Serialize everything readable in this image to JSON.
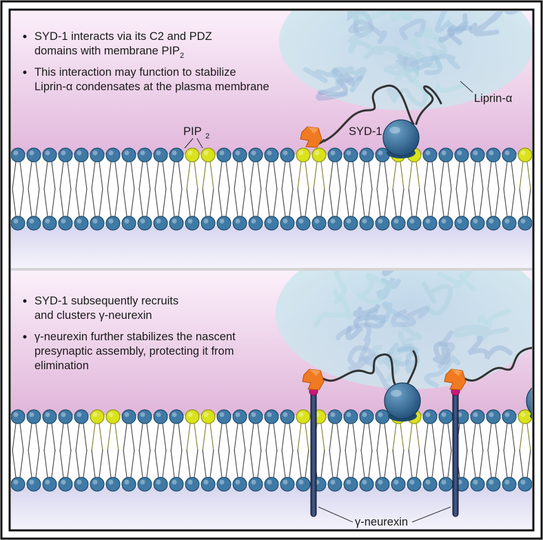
{
  "top_panel": {
    "bullets": [
      {
        "lines": [
          {
            "text": "SYD-1 interacts via its C2 and PDZ"
          },
          {
            "text": "domains with membrane PIP",
            "sub": "2"
          }
        ]
      },
      {
        "lines": [
          {
            "text": "This interaction may function to stabilize"
          },
          {
            "text": "Liprin-α condensates at the plasma membrane"
          }
        ]
      }
    ],
    "labels": {
      "pip2": "PIP",
      "pip2_sub": "2",
      "syd1": "SYD-1",
      "liprin": "Liprin-α"
    }
  },
  "bottom_panel": {
    "bullets": [
      {
        "lines": [
          {
            "text": "SYD-1 subsequently recruits"
          },
          {
            "text": "and clusters γ-neurexin"
          }
        ]
      },
      {
        "lines": [
          {
            "text": "γ-neurexin further stabilizes the nascent"
          },
          {
            "text": "presynaptic assembly, protecting it from"
          },
          {
            "text": "elimination"
          }
        ]
      }
    ],
    "labels": {
      "neurexin": "γ-neurexin"
    }
  },
  "colors": {
    "lipid_head": "#3f7aa6",
    "pip2_head": "#d9e21a",
    "cytosol_pink": "#e9c7e2",
    "extracellular_lavender": "#e4e3f4",
    "condensate": "#b9dce7",
    "syd1_body": "#2f6a97",
    "c2_domain": "#f07a22",
    "neurexin_rod": "#2a3c66",
    "neurexin_tip": "#c8197a",
    "frame": "#111111"
  },
  "icons": {
    "bullet": "bullet-dot"
  }
}
